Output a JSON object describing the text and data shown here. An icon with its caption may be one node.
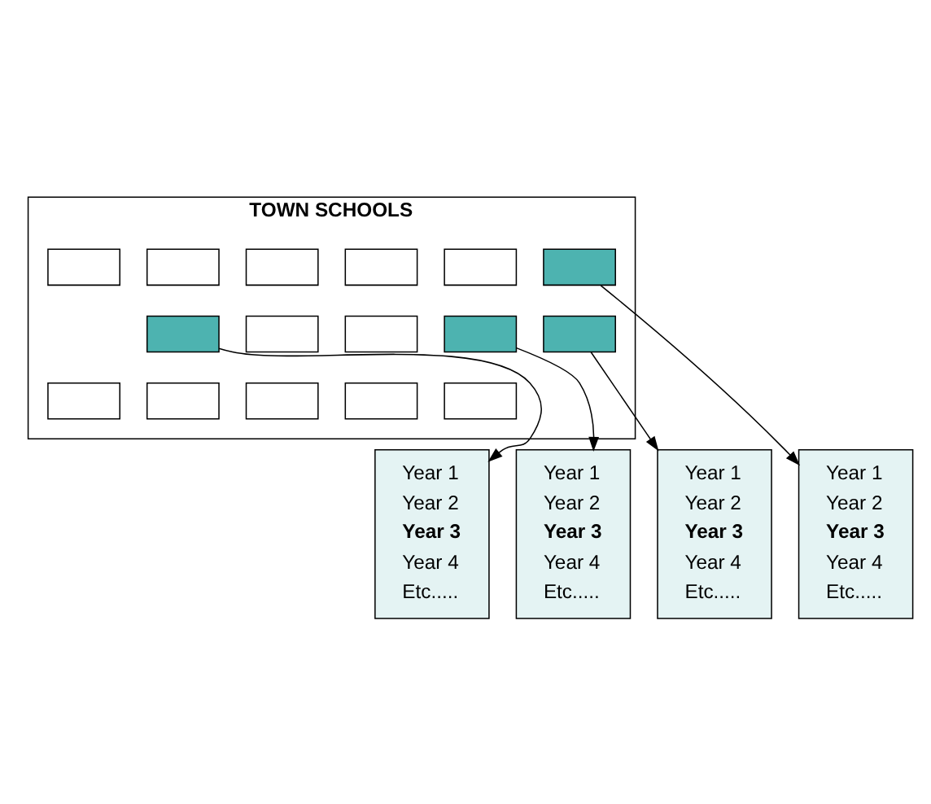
{
  "diagram": {
    "nodes": [
      {
        "text": [
          "TOWN SCHOOLS"
        ]
      },
      {
        "text": [],
        "shape": "box",
        "in": 0
      },
      {
        "text": [],
        "shape": "box",
        "in": 0
      },
      {
        "text": [],
        "shape": "box",
        "in": 0
      },
      {
        "text": [],
        "shape": "box",
        "in": 0
      },
      {
        "text": [],
        "shape": "box",
        "in": 0
      },
      {
        "text": [],
        "shape": "box",
        "in": 0
      },
      {
        "text": [],
        "shape": "box",
        "in": 0
      },
      {
        "text": [],
        "shape": "box",
        "in": 0
      },
      {
        "text": [],
        "shape": "box",
        "in": 0
      },
      {
        "text": [],
        "shape": "box",
        "in": 0
      },
      {
        "text": [],
        "shape": "box",
        "in": 0
      },
      {
        "text": [],
        "shape": "box",
        "in": 0
      },
      {
        "text": [],
        "shape": "box",
        "in": 0
      },
      {
        "text": [],
        "shape": "box",
        "in": 0
      },
      {
        "text": [],
        "shape": "box",
        "in": 0
      },
      {
        "text": [],
        "shape": "box",
        "in": 0
      },
      {
        "text": [
          "Year 1",
          "Year 2",
          "**Year 3**",
          "Year 4",
          "Etc....."
        ]
      },
      {
        "text": [
          "Year 1",
          "Year 2",
          "**Year 3**",
          "Year 4",
          "Etc....."
        ]
      },
      {
        "text": [
          "Year 1",
          "Year 2",
          "**Year 3**",
          "Year 4",
          "Etc....."
        ]
      },
      {
        "text": [
          "Year 1",
          "Year 2",
          "**Year 3**",
          "Year 4",
          "Etc....."
        ]
      }
    ],
    "edges": [
      {
        "from": 10,
        "to": 17,
        "arrow": "to"
      },
      {
        "from": 7,
        "to": 18,
        "arrow": "to"
      },
      {
        "from": 4,
        "to": 19,
        "arrow": "to"
      },
      {
        "from": 11,
        "to": 20,
        "arrow": "to"
      }
    ]
  }
}
